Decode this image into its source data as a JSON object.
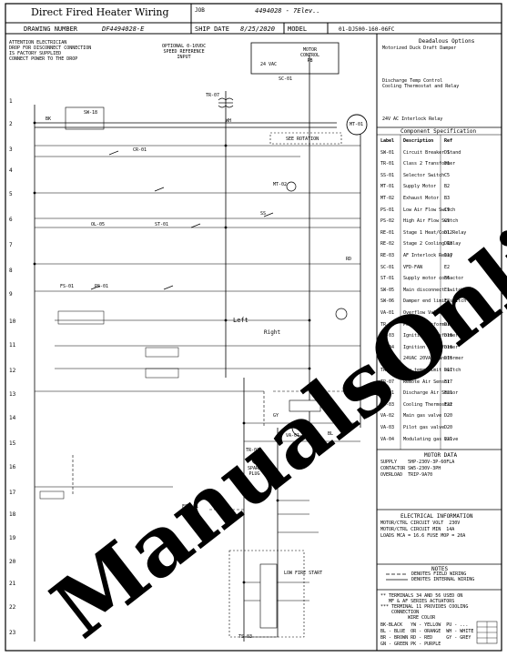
{
  "title_block": {
    "title": "Direct Fired Heater Wiring",
    "job_label": "JOB",
    "job_value": "4494028 - 7Elev..",
    "drawing_number_label": "DRAWING NUMBER",
    "drawing_number_value": "DF4494028-E",
    "ship_date_label": "SHIP DATE",
    "ship_date_value": "8/25/2020",
    "model_label": "MODEL",
    "model_value": "01-DJ500-160-06FC"
  },
  "notes": {
    "attention": "ATTENTION ELECTRICIAN\nDROP FOR DISCONNECT CONNECTION\nIS FACTORY SUPPLIED\nCONNECT POWER TO THE DROP",
    "speed_ref": "OPTIONAL 0-10VDC\nSPEED REFERENCE\nINPUT",
    "motor_ctrl": "MOTOR\nCONTROL\nPB",
    "terminal_note": "** TERMINALS 34 AND 56 USED ON\n   MF & AF SERIES ACTUATORS\n*** TERMINAL 11 PROVIDES COOLING\n    CONNECTION"
  },
  "row_numbers": [
    "1",
    "2",
    "3",
    "4",
    "5",
    "6",
    "7",
    "8",
    "9",
    "10",
    "11",
    "12",
    "13",
    "14",
    "15",
    "16",
    "17",
    "18",
    "19",
    "20",
    "21",
    "22",
    "23"
  ],
  "diagram_labels": {
    "sw": "SW-18",
    "mt01": "MT-01",
    "motor_rotation": "SEE ROTATION",
    "cr": "CR-01",
    "mtt": "MT-02",
    "ss": "SS",
    "ol": "OL-05",
    "st": "ST-01",
    "fs": "FS-01",
    "ps": "PS-01",
    "left": "Left",
    "right": "Right",
    "va": "VA-01",
    "tr": "TR-03",
    "spark": "SPARK\nPLUG",
    "fsc": "FSC-01",
    "ts": "TS-03",
    "low_fire": "LOW FIRE START",
    "vac": "24 VAC",
    "sc": "SC-01",
    "tr07": "TR-07",
    "bk": "BK",
    "wh": "WH",
    "rd": "RD",
    "bl": "BL",
    "gy": "GY"
  },
  "options": {
    "header": "Deadalous Options",
    "items": [
      "Motorized Duck Draft Damper",
      "Discharge Temp Control\nCooling Thermostat and Relay",
      "24V AC Interlock Relay"
    ]
  },
  "component_table": {
    "header": "Component Specification",
    "rows": [
      [
        "Label",
        "Description",
        "Ref"
      ],
      [
        "SW-01",
        "Circuit Breaker Stand",
        "D1"
      ],
      [
        "TR-01",
        "Class 2 Transformer",
        "D1"
      ],
      [
        "SS-01",
        "Selector Switch",
        "C5"
      ],
      [
        "MT-01",
        "Supply Motor",
        "B2"
      ],
      [
        "MT-02",
        "Exhaust Motor",
        "B3"
      ],
      [
        "PS-01",
        "Low Air Flow Switch",
        "C9"
      ],
      [
        "PS-02",
        "High Air Flow Switch",
        "C9"
      ],
      [
        "RE-01",
        "Stage 1 Heat/Cool Relay",
        "D12"
      ],
      [
        "RE-02",
        "Stage 2 Cooling Relay",
        "D13"
      ],
      [
        "RE-03",
        "AF Interlock Relay",
        "D17"
      ],
      [
        "SC-01",
        "VFD-FAN",
        "E2"
      ],
      [
        "ST-01",
        "Supply motor contactor",
        "E6"
      ],
      [
        "SW-05",
        "Main disconnect switch",
        "E1"
      ],
      [
        "SW-06",
        "Damper end limit switch",
        "E8"
      ],
      [
        "VA-01",
        "Overflow Valve",
        "E14"
      ],
      [
        "TR-02",
        "Power Transformer",
        "D15"
      ],
      [
        "TR-03",
        "Ignition Transformer",
        "D16"
      ],
      [
        "TR-04",
        "Ignition Transformer",
        "D16"
      ],
      [
        "TR-05",
        "24VAC 20VA Transformer",
        "D16"
      ],
      [
        "TR-06",
        "Low temp limit switch",
        "D17"
      ],
      [
        "TR-07",
        "Remote Air Sensor",
        "E17"
      ],
      [
        "TS-01",
        "Discharge Air Sensor",
        "E21"
      ],
      [
        "TS-03",
        "Cooling Thermostat",
        "E22"
      ],
      [
        "VA-02",
        "Main gas valve",
        "D20"
      ],
      [
        "VA-03",
        "Pilot gas valve",
        "D20"
      ],
      [
        "VA-04",
        "Modulating gas valve",
        "E21"
      ]
    ]
  },
  "motor_data": {
    "header": "MOTOR DATA",
    "lines": [
      "SUPPLY    5HP-230V-3P-60FLA",
      "CONTACTOR SW5-230V-3PH",
      "OVERLOAD  TRIP-9A70"
    ]
  },
  "electrical": {
    "header": "ELECTRICAL INFORMATION",
    "lines": [
      "MOTOR/CTRL CIRCUIT VOLT  230V",
      "MOTOR/CTRL CIRCUIT MIN  14A",
      "LOADS MCA = 16.6 FUSE MOP = 20A"
    ]
  },
  "legend": {
    "header": "NOTES",
    "field": "DENOTES FIELD WIRING",
    "internal": "DENOTES INTERNAL WIRING"
  },
  "wire_colors": {
    "header": "WIRE COLOR",
    "rows": [
      "BK-BLACK   YW - YELLOW  PU - ...",
      "BL - BLUE  OR - ORANGE  WH - WHITE",
      "BR - BROWN RD - RED     GY - GREY",
      "GN - GREEN PK - PURPLE"
    ]
  },
  "watermark": "ManualsOnline.com"
}
